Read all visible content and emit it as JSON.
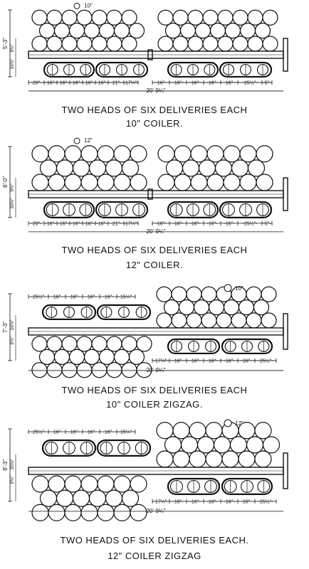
{
  "panels": [
    {
      "caption1": "TWO HEADS OF SIX DELIVERIES EACH",
      "caption2": "10\" COILER.",
      "can_size_label": "10\"",
      "overall_length": "20'-9¼\"",
      "total_height": "5'-3\"",
      "side_dim_upper": "9⅜\"",
      "side_dim_lower": "16⅜\"",
      "spacing_left": [
        "20\"",
        "16\"",
        "16\"",
        "16\"",
        "16\"",
        "16\"",
        "21\"",
        "17¼\""
      ],
      "spacing_right": [
        "16\"",
        "16\"",
        "16\"",
        "16\"",
        "16\"",
        "25½\"",
        "5\""
      ]
    },
    {
      "caption1": "TWO HEADS OF SIX DELIVERIES EACH",
      "caption2": "12\" COILER.",
      "can_size_label": "12\"",
      "overall_length": "20'-9¼\"",
      "total_height": "6'-0\"",
      "side_dim_upper": "9⅜\"",
      "side_dim_lower": "20⅝\"",
      "spacing_left": [
        "20\"",
        "16\"",
        "16\"",
        "16\"",
        "16\"",
        "16\"",
        "21\"",
        "17¼\""
      ],
      "spacing_right": [
        "16\"",
        "16\"",
        "16\"",
        "16\"",
        "16\"",
        "25½\"",
        "5\""
      ]
    },
    {
      "caption1": "TWO HEADS OF SIX DELIVERIES EACH",
      "caption2": "10\" COILER ZIGZAG.",
      "can_size_label": "10\"",
      "overall_length": "20'-9¼\"",
      "total_height": "7'-3\"",
      "side_dim_upper": "16⅝\"",
      "side_dim_lower": "9⅜\"",
      "spacing_top": [
        "25½\"",
        "16\"",
        "16\"",
        "16\"",
        "16\"",
        "15¼\""
      ],
      "spacing_bottom": [
        "17¼\"",
        "16\"",
        "16\"",
        "16\"",
        "16\"",
        "16\"",
        "25½\""
      ]
    },
    {
      "caption1": "TWO HEADS OF SIX DELIVERIES EACH.",
      "caption2": "12\" COILER ZIGZAG",
      "can_size_label": "12\"",
      "overall_length": "20'-9¼\"",
      "total_height": "8'-3\"",
      "side_dim_upper": "20⅝\"",
      "side_dim_lower": "9⅜\"",
      "spacing_top": [
        "25½\"",
        "16\"",
        "16\"",
        "16\"",
        "16\"",
        "15¼\""
      ],
      "spacing_bottom": [
        "17¼\"",
        "16\"",
        "16\"",
        "16\"",
        "16\"",
        "16\"",
        "25½\""
      ]
    }
  ]
}
